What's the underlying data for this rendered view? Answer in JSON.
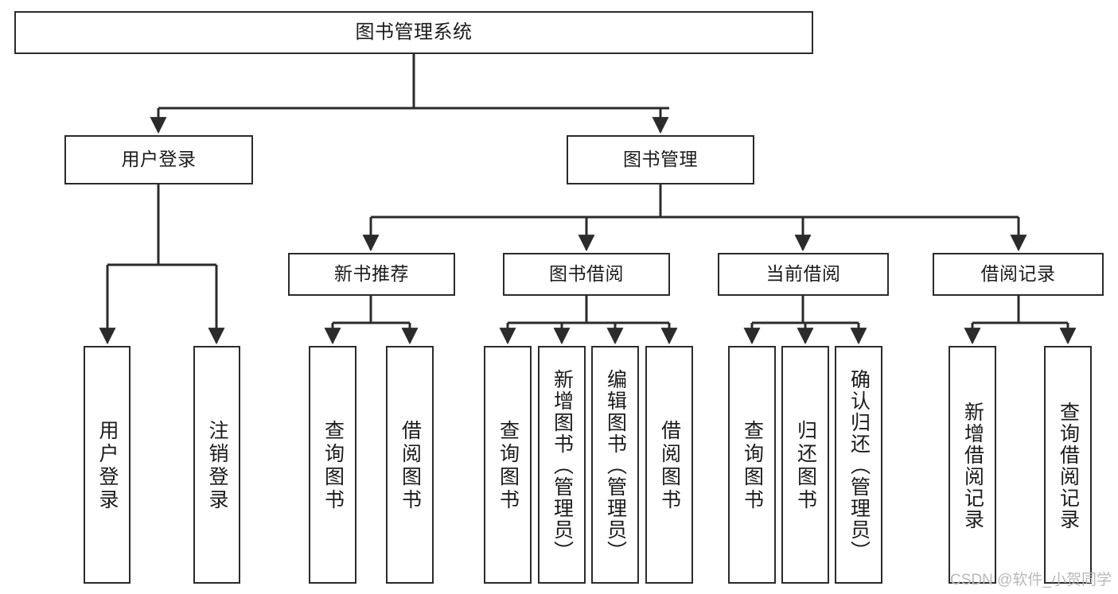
{
  "diagram": {
    "title": "图书管理系统",
    "type": "hierarchy-tree",
    "style": {
      "box_border": "#2b2b2b",
      "box_fill": "#ffffff",
      "edge_color": "#2b2b2b",
      "text_color": "#1b1b1b",
      "background": "#ffffff"
    },
    "nodes": {
      "root": {
        "label": "图书管理系统"
      },
      "level2": [
        {
          "id": "user-login",
          "label": "用户登录"
        },
        {
          "id": "book-manage",
          "label": "图书管理"
        }
      ],
      "level3": [
        {
          "id": "new-book-rec",
          "label": "新书推荐"
        },
        {
          "id": "book-borrow",
          "label": "图书借阅"
        },
        {
          "id": "current-borrow",
          "label": "当前借阅"
        },
        {
          "id": "borrow-record",
          "label": "借阅记录"
        }
      ],
      "leaves": {
        "user-login": [
          {
            "id": "leaf-user-login",
            "label": "用户登录"
          },
          {
            "id": "leaf-logout",
            "label": "注销登录"
          }
        ],
        "new-book-rec": [
          {
            "id": "leaf-query-book-1",
            "label": "查询图书"
          },
          {
            "id": "leaf-borrow-book-1",
            "label": "借阅图书"
          }
        ],
        "book-borrow": [
          {
            "id": "leaf-query-book-2",
            "label": "查询图书"
          },
          {
            "id": "leaf-add-book",
            "label": "新增图书（管理员）"
          },
          {
            "id": "leaf-edit-book",
            "label": "编辑图书（管理员）"
          },
          {
            "id": "leaf-borrow-book-2",
            "label": "借阅图书"
          }
        ],
        "current-borrow": [
          {
            "id": "leaf-query-book-3",
            "label": "查询图书"
          },
          {
            "id": "leaf-return-book",
            "label": "归还图书"
          },
          {
            "id": "leaf-confirm-return",
            "label": "确认归还（管理员）"
          }
        ],
        "borrow-record": [
          {
            "id": "leaf-add-record",
            "label": "新增借阅记录"
          },
          {
            "id": "leaf-query-record",
            "label": "查询借阅记录"
          }
        ]
      }
    },
    "watermark": "CSDN @软件_小贺同学"
  }
}
